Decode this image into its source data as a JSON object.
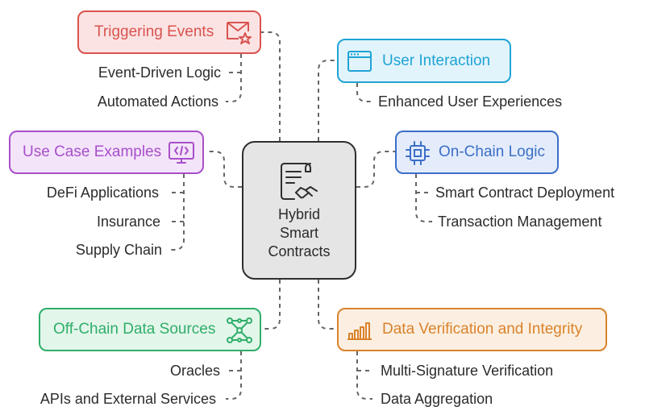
{
  "center": {
    "title": "Hybrid\nSmart\nContracts",
    "icon": "contract-handshake-icon"
  },
  "branches": {
    "triggering_events": {
      "label": "Triggering Events",
      "icon": "envelope-star-icon",
      "color": "#d9534f",
      "fill": "#fbe3e3",
      "items": [
        "Event-Driven Logic",
        "Automated Actions"
      ]
    },
    "user_interaction": {
      "label": "User Interaction",
      "icon": "browser-window-icon",
      "color": "#1fa3d6",
      "fill": "#e2f4fb",
      "items": [
        "Enhanced User Experiences"
      ]
    },
    "use_case_examples": {
      "label": "Use Case Examples",
      "icon": "monitor-code-icon",
      "color": "#a84fc9",
      "fill": "#f3e4fa",
      "items": [
        "DeFi Applications",
        "Insurance",
        "Supply Chain"
      ]
    },
    "on_chain_logic": {
      "label": "On-Chain Logic",
      "icon": "chip-icon",
      "color": "#3b6fc7",
      "fill": "#e4ecfb",
      "items": [
        "Smart Contract Deployment",
        "Transaction Management"
      ]
    },
    "off_chain_data_sources": {
      "label": "Off-Chain Data Sources",
      "icon": "network-nodes-icon",
      "color": "#2fae6a",
      "fill": "#e3f6ea",
      "items": [
        "Oracles",
        "APIs and External Services"
      ]
    },
    "data_verification": {
      "label": "Data Verification and Integrity",
      "icon": "bar-chart-icon",
      "color": "#d9822b",
      "fill": "#fcefe1",
      "items": [
        "Multi-Signature Verification",
        "Data Aggregation"
      ]
    }
  },
  "connector_color": "#666666"
}
